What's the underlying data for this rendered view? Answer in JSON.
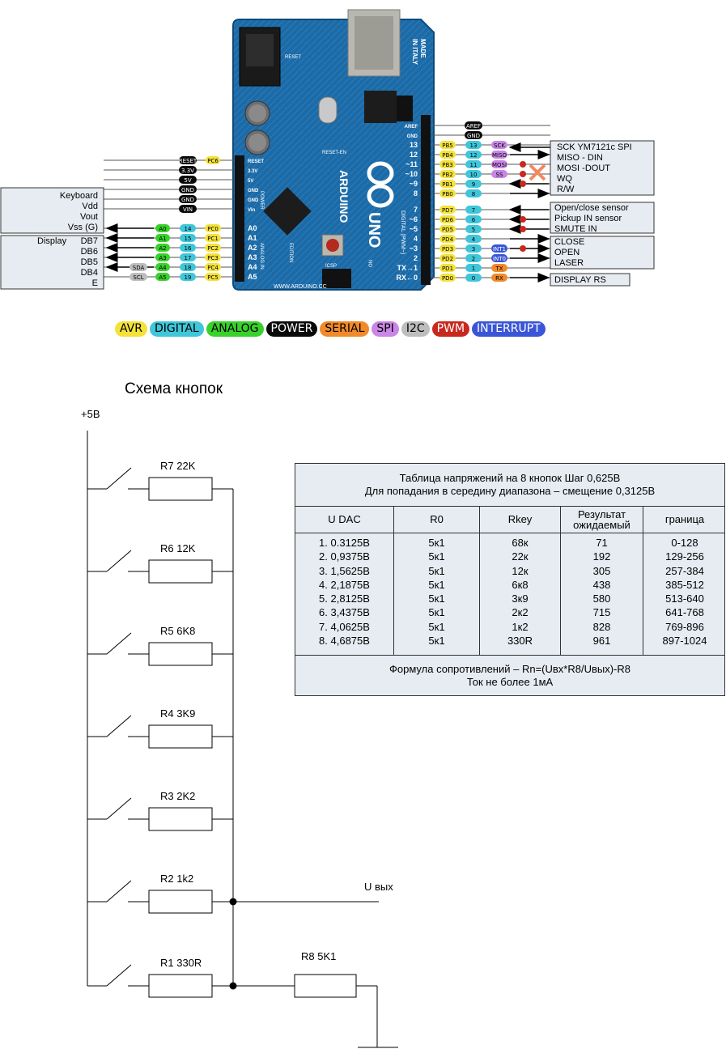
{
  "board": {
    "made_in": [
      "MADE",
      "IN ITALY"
    ],
    "brand": "ARDUINO",
    "model": "UNO",
    "url": "WWW.ARDUINO.CC",
    "reset_label": "RESET",
    "reset_en": "RESET-EN",
    "digital_label": "DIGITAL (PWM~)",
    "power_label": "POWER",
    "analog_label": "ANALOG IN",
    "icsp_label": "ICSP",
    "on_label": "ON",
    "edition": "EDITION",
    "left_header": [
      "RESET",
      "3.3V",
      "5V",
      "GND",
      "GND",
      "Vin",
      "A0",
      "A1",
      "A2",
      "A3",
      "A4",
      "A5"
    ],
    "right_header": [
      "AREF",
      "GND",
      "13",
      "12",
      "~11",
      "~10",
      "~9",
      "8",
      "7",
      "~6",
      "~5",
      "4",
      "~3",
      "2",
      "TX→1",
      "RX←0"
    ]
  },
  "power_tags": [
    {
      "label": "RESET",
      "avr": "PC6"
    },
    {
      "label": "3.3V"
    },
    {
      "label": "5V"
    },
    {
      "label": "GND"
    },
    {
      "label": "GND"
    },
    {
      "label": "VIN"
    }
  ],
  "analog_tags": [
    {
      "analog": "A0",
      "digital": "14",
      "avr": "PC0",
      "extra": ""
    },
    {
      "analog": "A1",
      "digital": "15",
      "avr": "PC1",
      "extra": ""
    },
    {
      "analog": "A2",
      "digital": "16",
      "avr": "PC2",
      "extra": ""
    },
    {
      "analog": "A3",
      "digital": "17",
      "avr": "PC3",
      "extra": ""
    },
    {
      "analog": "A4",
      "digital": "18",
      "avr": "PC4",
      "extra": "SDA"
    },
    {
      "analog": "A5",
      "digital": "19",
      "avr": "PC5",
      "extra": "SCL"
    }
  ],
  "right_tags": [
    {
      "power": "AREF"
    },
    {
      "power": "GND"
    },
    {
      "avr": "PB5",
      "digital": "13",
      "func": "SCK",
      "kind": "spi"
    },
    {
      "avr": "PB4",
      "digital": "12",
      "func": "MISO",
      "kind": "spi"
    },
    {
      "avr": "PB3",
      "digital": "11",
      "func": "MOSI",
      "kind": "spi"
    },
    {
      "avr": "PB2",
      "digital": "10",
      "func": "SS",
      "kind": "spi"
    },
    {
      "avr": "PB1",
      "digital": "9",
      "func": "",
      "kind": ""
    },
    {
      "avr": "PB0",
      "digital": "8",
      "func": "",
      "kind": ""
    },
    {
      "avr": "PD7",
      "digital": "7",
      "func": "",
      "kind": ""
    },
    {
      "avr": "PD6",
      "digital": "6",
      "func": "",
      "kind": ""
    },
    {
      "avr": "PD5",
      "digital": "5",
      "func": "",
      "kind": ""
    },
    {
      "avr": "PD4",
      "digital": "4",
      "func": "",
      "kind": ""
    },
    {
      "avr": "PD3",
      "digital": "3",
      "func": "INT1",
      "kind": "int"
    },
    {
      "avr": "PD2",
      "digital": "2",
      "func": "INT0",
      "kind": "int"
    },
    {
      "avr": "PD1",
      "digital": "1",
      "func": "TX",
      "kind": "serial"
    },
    {
      "avr": "PD0",
      "digital": "0",
      "func": "RX",
      "kind": "serial"
    }
  ],
  "left_boxes": {
    "keyboard": [
      "Keyboard",
      "Vdd",
      "Vout",
      "Vss (G)"
    ],
    "display_title": "Display",
    "display": [
      "DB7",
      "DB6",
      "DB5",
      "DB4",
      "E"
    ]
  },
  "right_boxes": {
    "spi": [
      "SCK     YM7121c SPI",
      "MISO - DIN",
      "MOSI -DOUT",
      "WQ",
      "R/W"
    ],
    "sensors": [
      "Open/close  sensor",
      "Pickup IN sensor",
      "SMUTE IN"
    ],
    "motor": [
      "CLOSE",
      "OPEN",
      "LASER"
    ],
    "display_rs": "DISPLAY RS"
  },
  "legend": [
    {
      "label": "AVR",
      "bg": "#f4e23a",
      "fg": "#000000"
    },
    {
      "label": "DIGITAL",
      "bg": "#3fc6d9",
      "fg": "#000000"
    },
    {
      "label": "ANALOG",
      "bg": "#39d12b",
      "fg": "#000000"
    },
    {
      "label": "POWER",
      "bg": "#0a0a0a",
      "fg": "#ffffff"
    },
    {
      "label": "SERIAL",
      "bg": "#f08a2a",
      "fg": "#000000"
    },
    {
      "label": "SPI",
      "bg": "#c986e6",
      "fg": "#000000"
    },
    {
      "label": "I2C",
      "bg": "#bdbdbd",
      "fg": "#000000"
    },
    {
      "label": "PWM",
      "bg": "#c8281e",
      "fg": "#ffffff"
    },
    {
      "label": "INTERRUPT",
      "bg": "#3a56d6",
      "fg": "#ffffff"
    }
  ],
  "schematic": {
    "title": "Схема кнопок",
    "supply": "+5В",
    "resistors": [
      "R7 22K",
      "R6 12K",
      "R5 6K8",
      "R4 3K9",
      "R3 2K2",
      "R2 1k2",
      "R1 330R"
    ],
    "load": "R8 5K1",
    "output": "U вых"
  },
  "table": {
    "caption": [
      "Таблица напряжений на 8 кнопок Шаг 0,625В",
      "Для попадания в середину диапазона – смещение 0,3125В"
    ],
    "headers": [
      "U DAC",
      "R0",
      "Rkey",
      "Результат ожидаемый",
      "граница"
    ],
    "rows": [
      [
        "1. 0.3125В",
        "5к1",
        "68к",
        "71",
        "0-128"
      ],
      [
        "2. 0,9375В",
        "5к1",
        "22к",
        "192",
        "129-256"
      ],
      [
        "3. 1,5625В",
        "5к1",
        "12к",
        "305",
        "257-384"
      ],
      [
        "4. 2,1875В",
        "5к1",
        "6к8",
        "438",
        "385-512"
      ],
      [
        "5. 2,8125В",
        "5к1",
        "3к9",
        "580",
        "513-640"
      ],
      [
        "6. 3,4375В",
        "5к1",
        "2к2",
        "715",
        "641-768"
      ],
      [
        "7. 4,0625В",
        "5к1",
        "1к2",
        "828",
        "769-896"
      ],
      [
        "8. 4,6875В",
        "5к1",
        "330R",
        "961",
        "897-1024"
      ]
    ],
    "footer": [
      "Формула сопротивлений – Rn=(Uвх*R8/Uвых)-R8",
      "Ток не более 1мА"
    ]
  }
}
